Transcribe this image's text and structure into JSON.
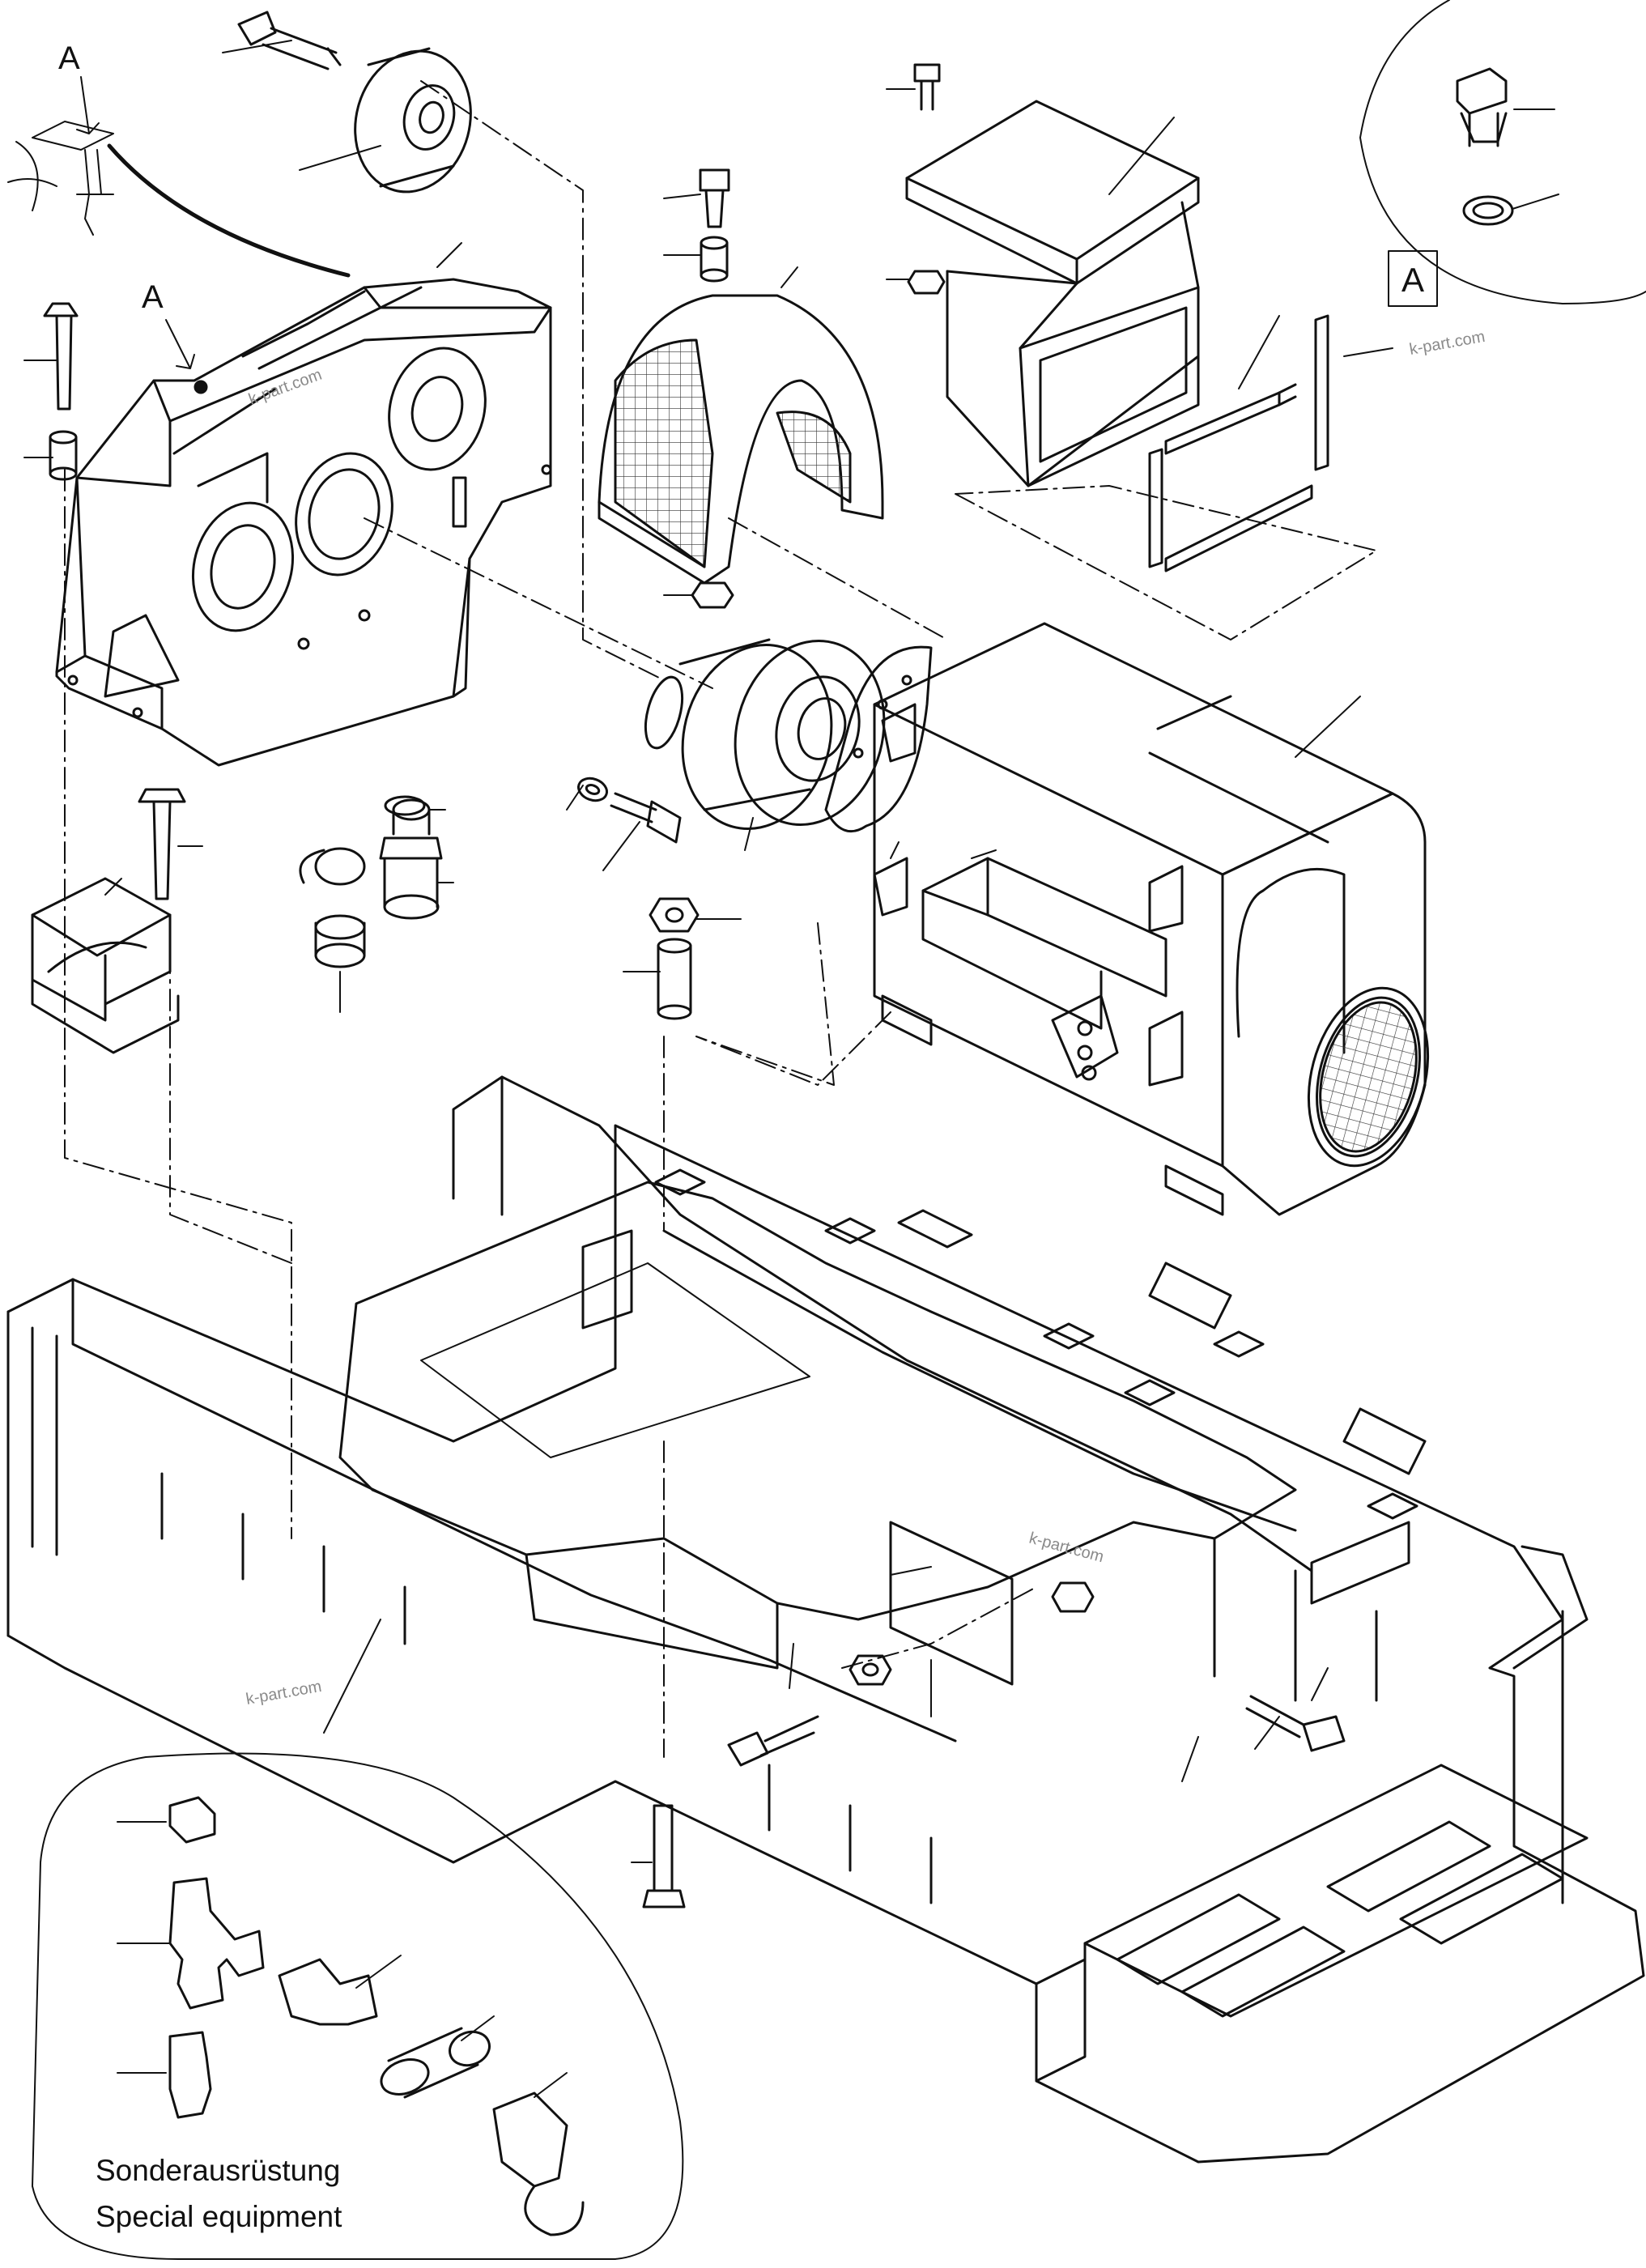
{
  "callouts": {
    "detail_a_1": "A",
    "detail_a_2": "A",
    "detail_box": "A"
  },
  "watermark": {
    "text": "k-part.com"
  },
  "special_equipment": {
    "label_de": "Sonderausrüstung",
    "label_en": "Special equipment"
  }
}
